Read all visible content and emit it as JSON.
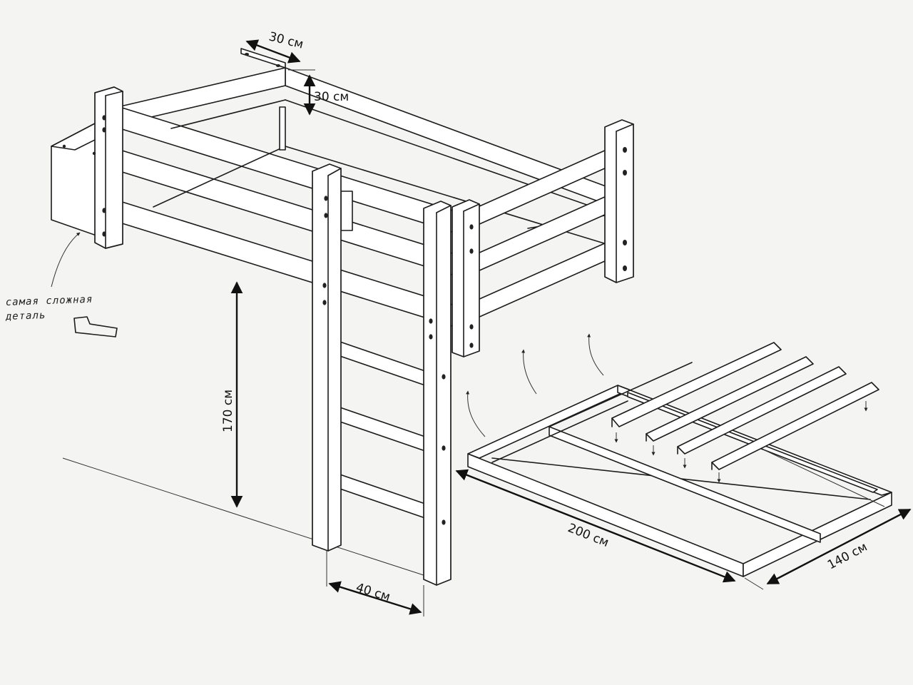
{
  "dimensions": {
    "top_width": "30 см",
    "top_height": "30 см",
    "height": "170 см",
    "ladder_width": "40 см",
    "frame_length": "200 см",
    "frame_width": "140 см"
  },
  "note": {
    "line1": "самая сложная",
    "line2": "деталь"
  }
}
